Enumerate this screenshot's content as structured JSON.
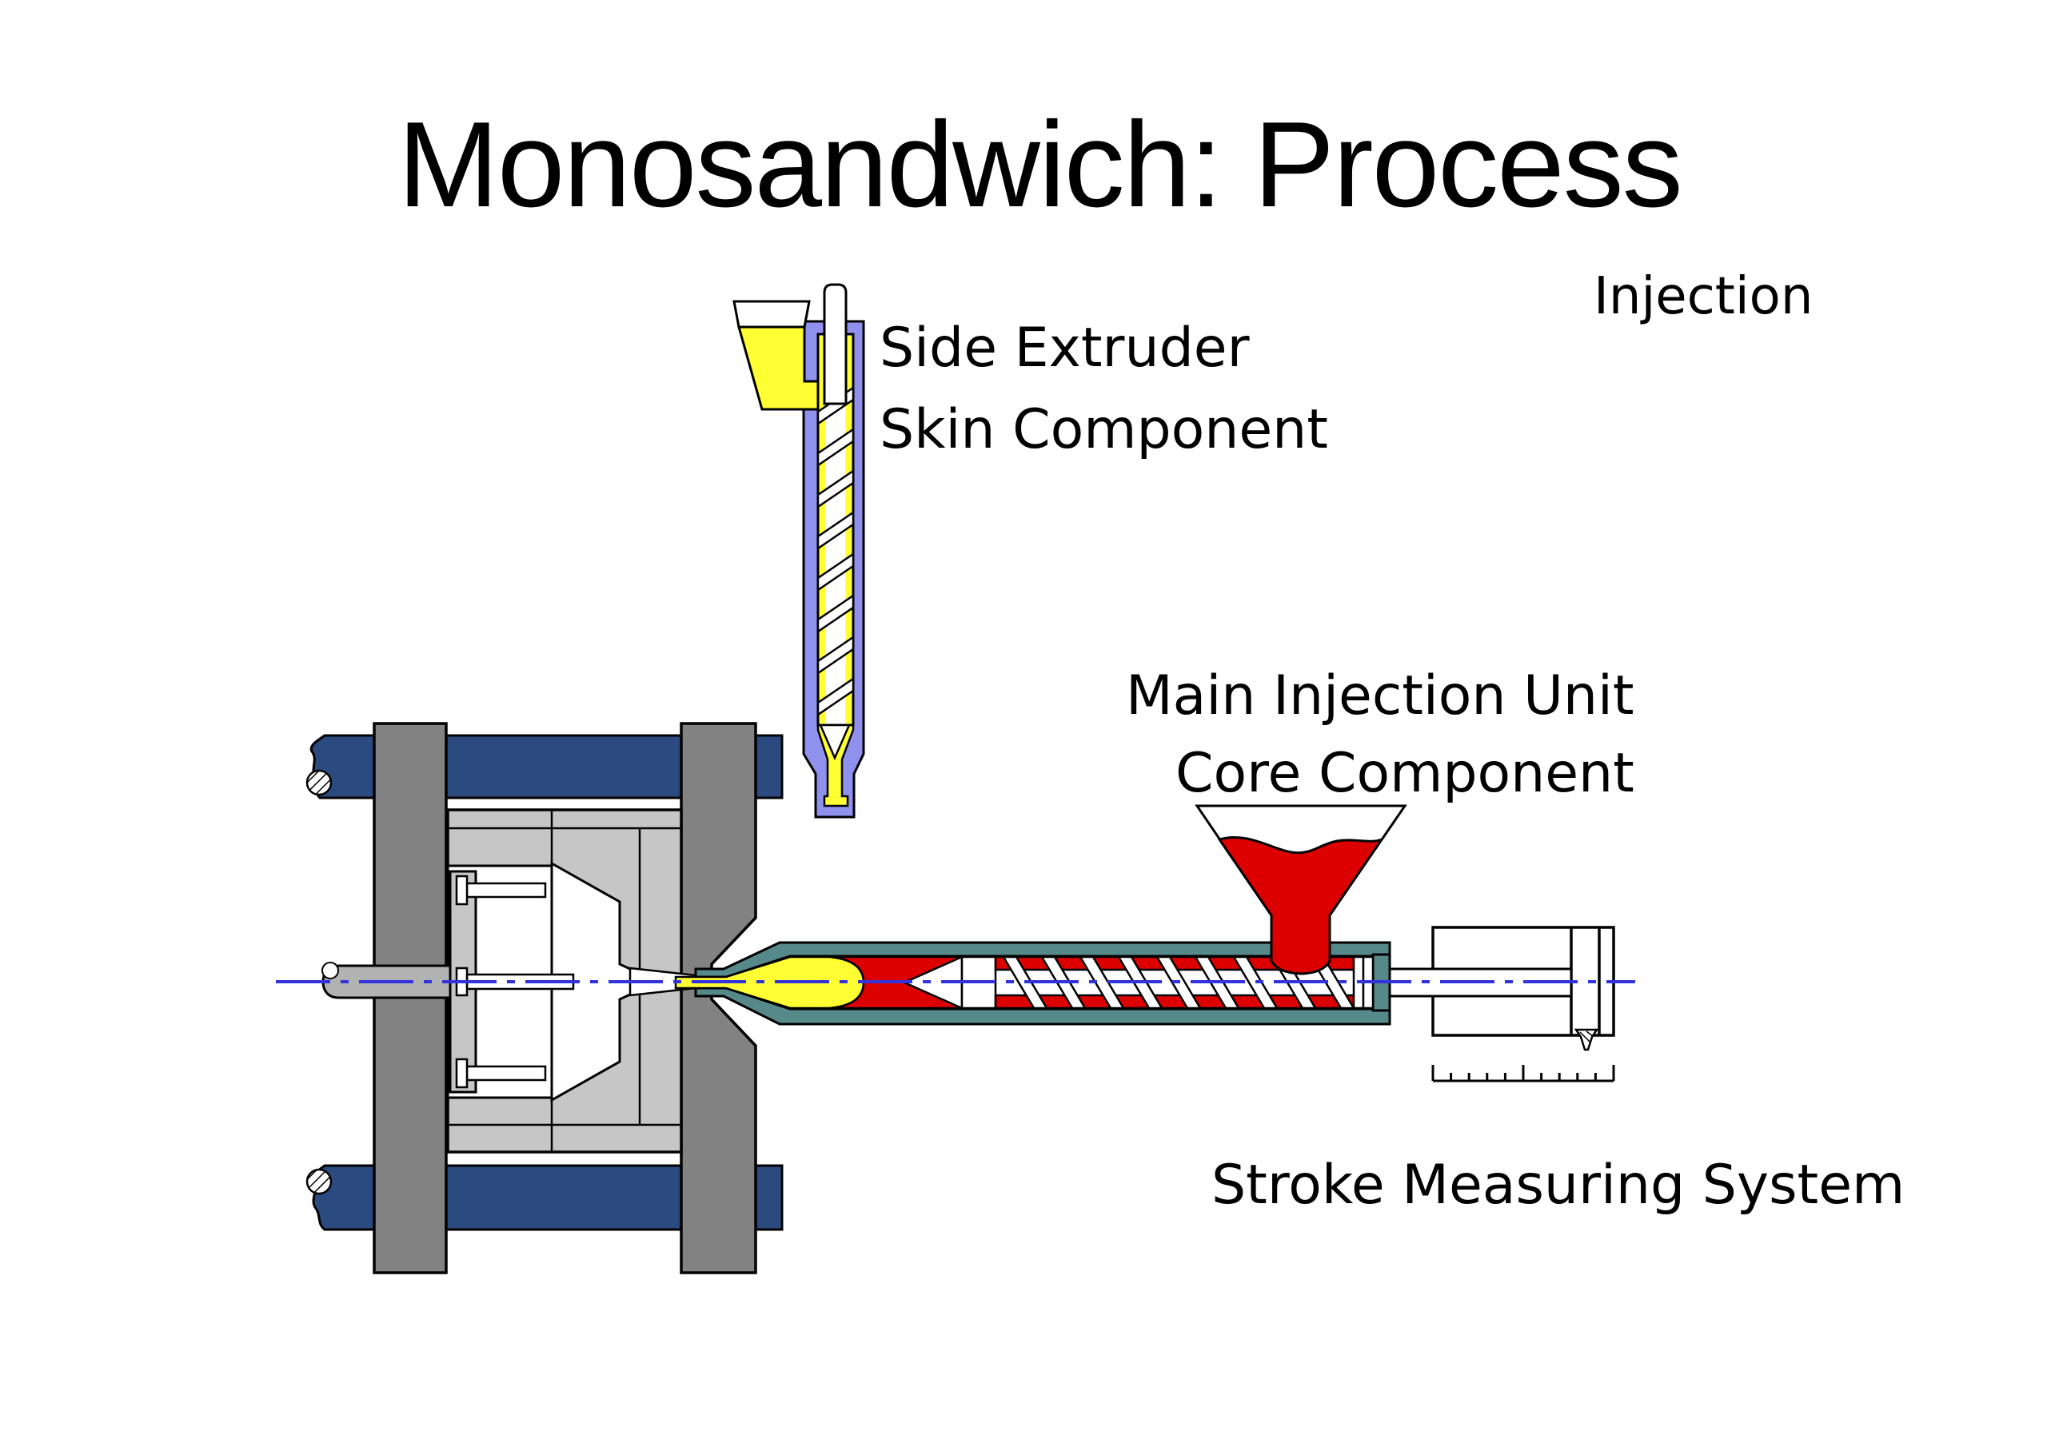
{
  "title": "Monosandwich: Process",
  "labels": {
    "injection": "Injection",
    "side_extruder_line1": "Side Extruder",
    "side_extruder_line2": "Skin Component",
    "main_unit_line1": "Main Injection Unit",
    "main_unit_line2": "Core Component",
    "stroke_system": "Stroke Measuring System"
  },
  "colors": {
    "skin_yellow": "#ffff33",
    "core_red": "#dd0000",
    "barrel_teal": "#568989",
    "extruder_purple": "#9091ec",
    "tiebar_navy": "#2a4a80",
    "platen_gray": "#828282",
    "mold_gray": "#c6c6c6",
    "rod_gray": "#b2b2b2",
    "centerline_blue": "#3333dd",
    "outline_black": "#000000",
    "background": "#ffffff"
  }
}
